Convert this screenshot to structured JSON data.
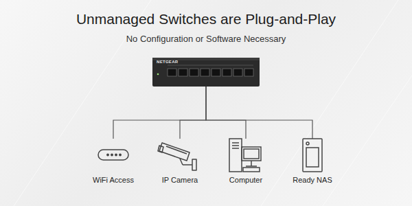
{
  "diagram": {
    "title": "Unmanaged Switches are Plug-and-Play",
    "nodes": [
      {
        "text": [
          "NETGEAR"
        ]
      },
      {
        "text": [
          "WiFi Access"
        ]
      },
      {
        "text": [
          "IP Camera"
        ]
      },
      {
        "text": [
          "Computer"
        ]
      },
      {
        "text": [
          "Ready NAS"
        ]
      }
    ],
    "edges": [
      {
        "from": 0,
        "to": 1,
        "arrow": "none"
      },
      {
        "from": 0,
        "to": 2,
        "arrow": "none"
      },
      {
        "from": 0,
        "to": 3,
        "arrow": "none"
      },
      {
        "from": 0,
        "to": 4,
        "arrow": "none"
      }
    ],
    "labels": [
      "No Configuration or Software Necessary"
    ]
  }
}
